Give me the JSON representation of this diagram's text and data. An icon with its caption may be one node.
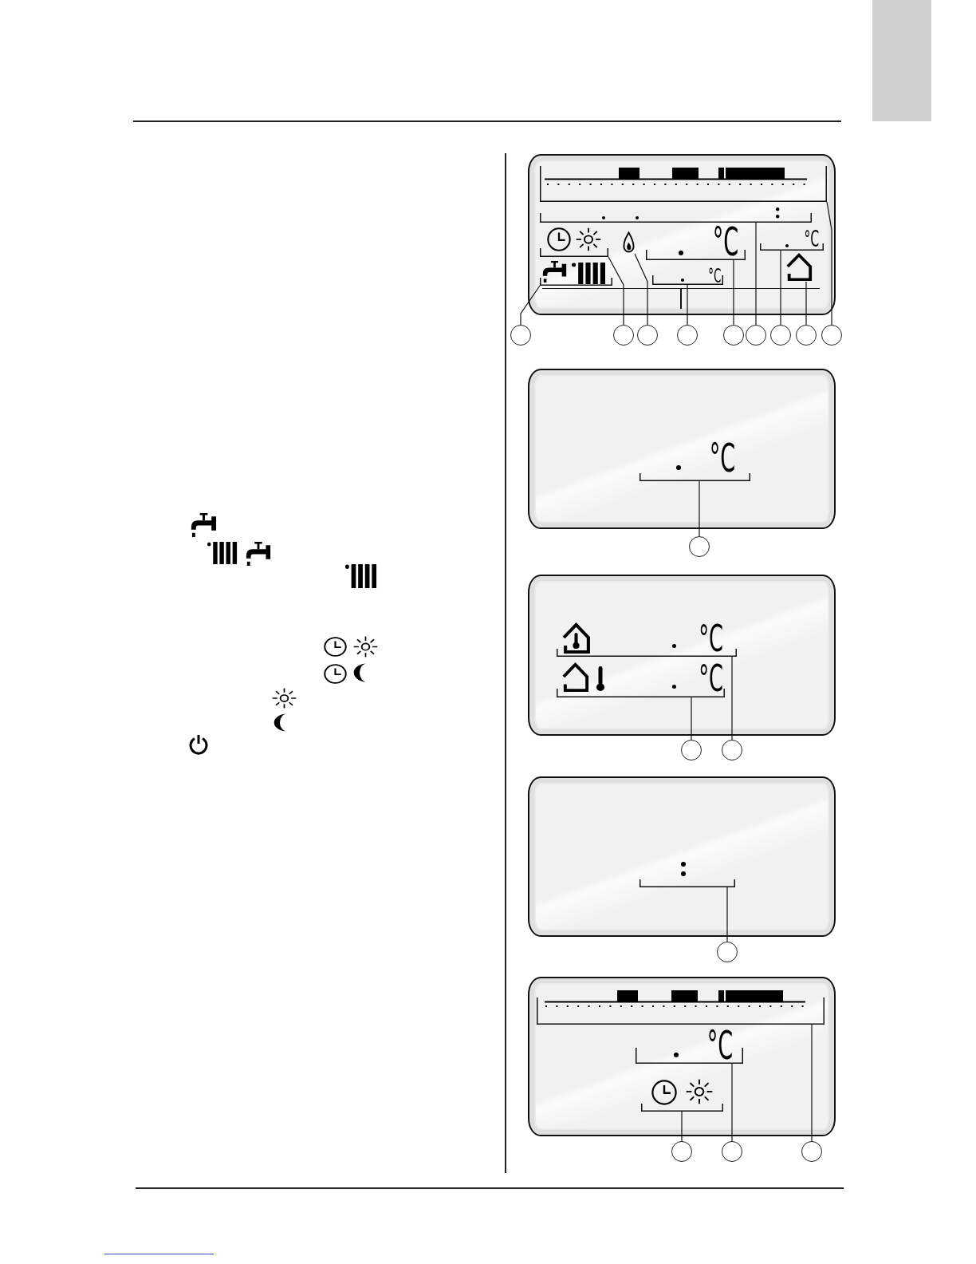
{
  "diagram": {
    "nodes": [
      {
        "text": [],
        "shape": "box"
      },
      {
        "text": [],
        "shape": "box"
      },
      {
        "text": [],
        "shape": "bar",
        "in": 1
      },
      {
        "text": [],
        "shape": "bracket",
        "in": 1
      },
      {
        "text": [],
        "shape": "picture",
        "in": 1
      },
      {
        "text": [],
        "shape": "picture",
        "in": 1
      },
      {
        "text": [
          "°C"
        ],
        "in": 1
      },
      {
        "text": [
          "°C"
        ],
        "in": 1
      },
      {
        "text": [],
        "shape": "picture",
        "in": 1
      },
      {
        "text": [],
        "shape": "picture",
        "in": 1
      },
      {
        "text": [
          "°C"
        ],
        "in": 1
      },
      {
        "text": [],
        "shape": "circle"
      },
      {
        "text": [],
        "shape": "circle"
      },
      {
        "text": [],
        "shape": "circle"
      },
      {
        "text": [],
        "shape": "circle"
      },
      {
        "text": [],
        "shape": "circle"
      },
      {
        "text": [],
        "shape": "circle"
      },
      {
        "text": [],
        "shape": "circle"
      },
      {
        "text": [],
        "shape": "circle"
      },
      {
        "text": [],
        "shape": "circle"
      },
      {
        "text": [],
        "shape": "box"
      },
      {
        "text": [
          "°C"
        ],
        "in": 20
      },
      {
        "text": [],
        "shape": "circle"
      },
      {
        "text": [],
        "shape": "box"
      },
      {
        "text": [
          "°C"
        ],
        "in": 23
      },
      {
        "text": [
          "°C"
        ],
        "in": 23
      },
      {
        "text": [],
        "shape": "circle"
      },
      {
        "text": [],
        "shape": "circle"
      },
      {
        "text": [],
        "shape": "box"
      },
      {
        "text": [],
        "shape": "bracket",
        "in": 28
      },
      {
        "text": [],
        "shape": "circle"
      },
      {
        "text": [],
        "shape": "box"
      },
      {
        "text": [],
        "shape": "bar",
        "in": 31
      },
      {
        "text": [
          "°C"
        ],
        "in": 31
      },
      {
        "text": [],
        "shape": "picture",
        "in": 31
      },
      {
        "text": [],
        "shape": "circle"
      },
      {
        "text": [],
        "shape": "circle"
      },
      {
        "text": [],
        "shape": "circle"
      }
    ],
    "edges": [
      {
        "from": 11,
        "to": 9,
        "arrow": "none"
      },
      {
        "from": 12,
        "to": 4,
        "arrow": "none"
      },
      {
        "from": 13,
        "to": 5,
        "arrow": "none"
      },
      {
        "from": 14,
        "to": 10,
        "arrow": "none"
      },
      {
        "from": 15,
        "to": 6,
        "arrow": "none"
      },
      {
        "from": 16,
        "to": 3,
        "arrow": "none"
      },
      {
        "from": 17,
        "to": 7,
        "arrow": "none"
      },
      {
        "from": 18,
        "to": 8,
        "arrow": "none"
      },
      {
        "from": 19,
        "to": 2,
        "arrow": "none"
      },
      {
        "from": 22,
        "to": 21,
        "arrow": "none"
      },
      {
        "from": 26,
        "to": 25,
        "arrow": "none"
      },
      {
        "from": 27,
        "to": 24,
        "arrow": "none"
      },
      {
        "from": 30,
        "to": 29,
        "arrow": "none"
      },
      {
        "from": 35,
        "to": 34,
        "arrow": "none"
      },
      {
        "from": 36,
        "to": 33,
        "arrow": "none"
      },
      {
        "from": 37,
        "to": 32,
        "arrow": "none"
      }
    ]
  }
}
